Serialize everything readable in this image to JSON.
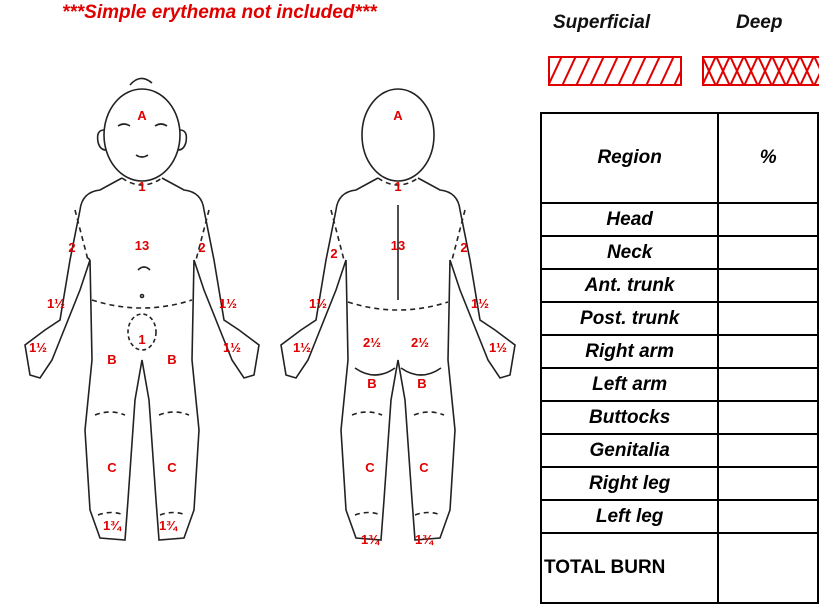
{
  "warning": "***Simple erythema not included***",
  "legend": {
    "superficial": "Superficial",
    "deep": "Deep",
    "color": "#e00000"
  },
  "table": {
    "header_region": "Region",
    "header_percent": "%",
    "rows": [
      "Head",
      "Neck",
      "Ant. trunk",
      "Post. trunk",
      "Right arm",
      "Left arm",
      "Buttocks",
      "Genitalia",
      "Right leg",
      "Left leg"
    ],
    "total": "TOTAL BURN"
  },
  "front": {
    "head": "A",
    "neck": "1",
    "trunk": "13",
    "upper_arm_r": "2",
    "upper_arm_l": "2",
    "forearm_r": "1½",
    "forearm_l": "1½",
    "hand_r": "1½",
    "hand_l": "1½",
    "genitalia": "1",
    "thigh_r": "B",
    "thigh_l": "B",
    "leg_r": "C",
    "leg_l": "C",
    "foot_r": "1¾",
    "foot_l": "1¾"
  },
  "back": {
    "head": "A",
    "neck": "1",
    "trunk": "13",
    "upper_arm_r": "2",
    "upper_arm_l": "2",
    "forearm_r": "1½",
    "forearm_l": "1½",
    "hand_r": "1½",
    "hand_l": "1½",
    "buttock_r": "2½",
    "buttock_l": "2½",
    "thigh_r": "B",
    "thigh_l": "B",
    "leg_r": "C",
    "leg_l": "C",
    "foot_r": "1¾",
    "foot_l": "1¾"
  }
}
